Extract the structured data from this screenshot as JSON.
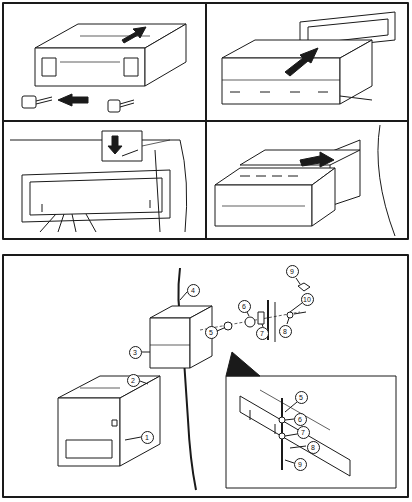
{
  "diagram": {
    "labels": [
      "1",
      "2",
      "3",
      "4",
      "5",
      "6",
      "7",
      "8",
      "9",
      "10",
      "5",
      "6",
      "7",
      "8",
      "9"
    ]
  }
}
